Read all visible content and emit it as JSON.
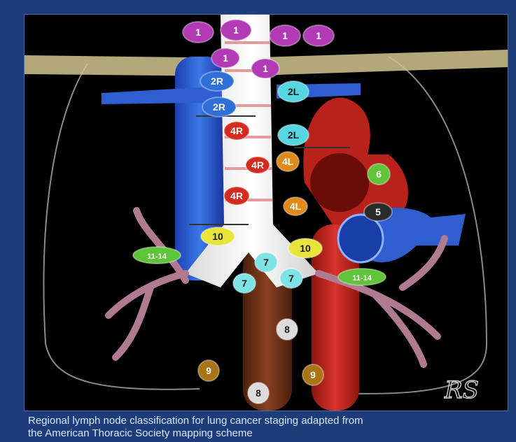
{
  "caption": {
    "line1": "Regional lymph node classification for lung cancer staging adapted from",
    "line2": "the American Thoracic Society mapping scheme"
  },
  "signature": "RS",
  "nodes": [
    {
      "id": "1a",
      "label": "1",
      "color": "#b23bb5"
    },
    {
      "id": "1b",
      "label": "1",
      "color": "#b23bb5"
    },
    {
      "id": "1c",
      "label": "1",
      "color": "#b23bb5"
    },
    {
      "id": "1d",
      "label": "1",
      "color": "#b23bb5"
    },
    {
      "id": "1e",
      "label": "1",
      "color": "#b23bb5"
    },
    {
      "id": "1f",
      "label": "1",
      "color": "#b23bb5"
    },
    {
      "id": "2R-upper",
      "label": "2R",
      "color": "#2f6fd8"
    },
    {
      "id": "2R-lower",
      "label": "2R",
      "color": "#2f6fd8"
    },
    {
      "id": "2L-upper",
      "label": "2L",
      "color": "#56d6e0"
    },
    {
      "id": "2L-lower",
      "label": "2L",
      "color": "#56d6e0"
    },
    {
      "id": "4R-a",
      "label": "4R",
      "color": "#d52a1e"
    },
    {
      "id": "4R-b",
      "label": "4R",
      "color": "#d52a1e"
    },
    {
      "id": "4R-c",
      "label": "4R",
      "color": "#d52a1e"
    },
    {
      "id": "4L-a",
      "label": "4L",
      "color": "#e08a1a"
    },
    {
      "id": "4L-b",
      "label": "4L",
      "color": "#e08a1a"
    },
    {
      "id": "5",
      "label": "5",
      "color": "#2a2a2a"
    },
    {
      "id": "6",
      "label": "6",
      "color": "#5fc43a"
    },
    {
      "id": "10-right",
      "label": "10",
      "color": "#e8e43a"
    },
    {
      "id": "10-left",
      "label": "10",
      "color": "#e8e43a"
    },
    {
      "id": "11-14-right",
      "label": "11-14",
      "color": "#5fc43a"
    },
    {
      "id": "11-14-left",
      "label": "11-14",
      "color": "#5fc43a"
    },
    {
      "id": "7-a",
      "label": "7",
      "color": "#7ee3e6"
    },
    {
      "id": "7-b",
      "label": "7",
      "color": "#7ee3e6"
    },
    {
      "id": "7-c",
      "label": "7",
      "color": "#7ee3e6"
    },
    {
      "id": "8-a",
      "label": "8",
      "color": "#dcdcdc"
    },
    {
      "id": "8-b",
      "label": "8",
      "color": "#dcdcdc"
    },
    {
      "id": "9-a",
      "label": "9",
      "color": "#a87416"
    },
    {
      "id": "9-b",
      "label": "9",
      "color": "#a87416"
    }
  ]
}
